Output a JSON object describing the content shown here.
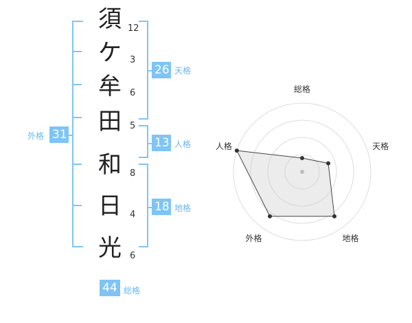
{
  "name": {
    "chars": [
      "須",
      "ケ",
      "牟",
      "田",
      "和",
      "日",
      "光"
    ],
    "strokes": [
      "12",
      "3",
      "6",
      "5",
      "8",
      "4",
      "6"
    ]
  },
  "kaku": {
    "tenkaku": {
      "value": "26",
      "label": "天格"
    },
    "jinkaku": {
      "value": "13",
      "label": "人格"
    },
    "chikaku": {
      "value": "18",
      "label": "地格"
    },
    "gaikaku": {
      "value": "31",
      "label": "外格"
    },
    "soukaku": {
      "value": "44",
      "label": "総格"
    }
  },
  "chart_data": {
    "type": "radar",
    "axes": [
      "総格",
      "天格",
      "地格",
      "外格",
      "人格"
    ],
    "values": [
      0.2,
      0.4,
      0.8,
      0.8,
      1.0
    ],
    "max": 1.0,
    "rings": 4
  }
}
